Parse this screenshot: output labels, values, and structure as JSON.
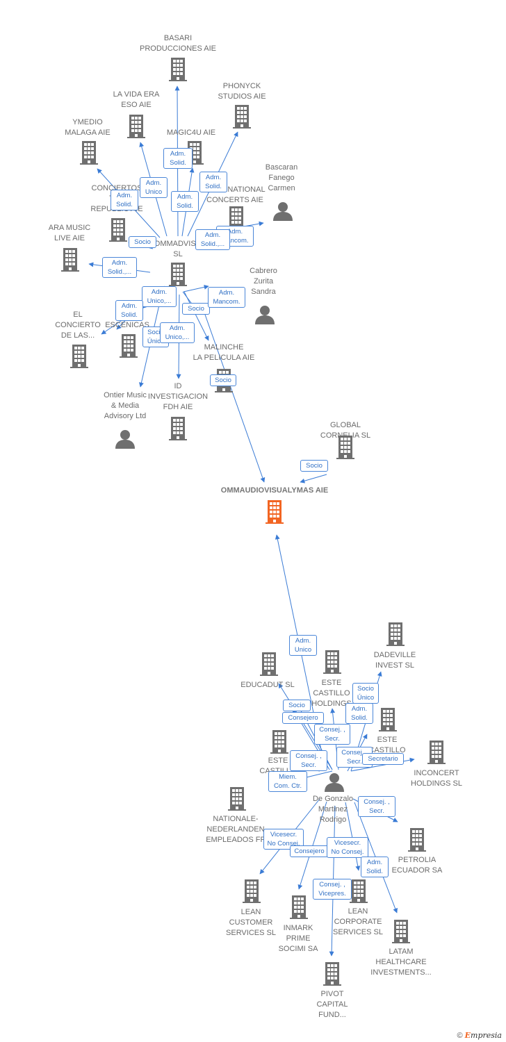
{
  "colors": {
    "edge": "#3a7bd5",
    "building": "#6f6f6f",
    "person": "#6f6f6f",
    "center": "#f26522"
  },
  "footer": {
    "copyright": "©",
    "brand_first": "E",
    "brand_rest": "mpresia"
  },
  "nodes": [
    {
      "id": "center",
      "label": "OMMAUDIOVISUALYMAS AIE",
      "type": "center"
    },
    {
      "id": "basari",
      "label": "BASARI\nPRODUCCIONES AIE",
      "type": "company"
    },
    {
      "id": "vidaera",
      "label": "LA VIDA ERA\nESO AIE",
      "type": "company"
    },
    {
      "id": "phonyck",
      "label": "PHONYCK\nSTUDIOS AIE",
      "type": "company"
    },
    {
      "id": "ymedio",
      "label": "YMEDIO\nMALAGA AIE",
      "type": "company"
    },
    {
      "id": "magic4u",
      "label": "MAGIC4U AIE",
      "type": "company"
    },
    {
      "id": "bascaran",
      "label": "Bascaran\nFanego\nCarmen",
      "type": "person"
    },
    {
      "id": "conciertos",
      "label": "CONCIERTOS\nTHE\nREPUBLIC AIE",
      "type": "company"
    },
    {
      "id": "international",
      "label": "INTERNATIONAL\nCONCERTS AIE",
      "type": "company"
    },
    {
      "id": "aramusic",
      "label": "ARA MUSIC\nLIVE AIE",
      "type": "company"
    },
    {
      "id": "ommadviso",
      "label": "OMMADVISO\nSL",
      "type": "company"
    },
    {
      "id": "cabrero",
      "label": "Cabrero\nZurita\nSandra",
      "type": "person"
    },
    {
      "id": "elconcierto",
      "label": "EL\nCONCIERTO\nDE LAS...",
      "type": "company"
    },
    {
      "id": "escenicas",
      "label": "ESCENICAS",
      "type": "company"
    },
    {
      "id": "malinche",
      "label": "MALINCHE\nLA PELICULA AIE",
      "type": "company"
    },
    {
      "id": "ontier",
      "label": "Ontier Music\n& Media\nAdvisory Ltd",
      "type": "person"
    },
    {
      "id": "idinv",
      "label": "ID\nINVESTIGACION\nFDH AIE",
      "type": "company"
    },
    {
      "id": "global",
      "label": "GLOBAL\nCORNELIA SL",
      "type": "company"
    },
    {
      "id": "dadeville",
      "label": "DADEVILLE\nINVEST SL",
      "type": "company"
    },
    {
      "id": "educadut",
      "label": "EDUCADUT SL",
      "type": "company"
    },
    {
      "id": "esteholdings",
      "label": "ESTE\nCASTILLO\nHOLDINGS",
      "type": "company"
    },
    {
      "id": "estesl",
      "label": "ESTE\nCASTILLO\nSL",
      "type": "company"
    },
    {
      "id": "esteope",
      "label": "ESTE\nCASTILLO\nOPE",
      "type": "company"
    },
    {
      "id": "inconcert",
      "label": "INCONCERT\nHOLDINGS SL",
      "type": "company"
    },
    {
      "id": "degonzalo",
      "label": "De Gonzalo\nMartinez\nRodrigo",
      "type": "person"
    },
    {
      "id": "nationale",
      "label": "NATIONALE-\nNEDERLANDEN\nEMPLEADOS FP",
      "type": "company"
    },
    {
      "id": "petrolia",
      "label": "PETROLIA\nECUADOR SA",
      "type": "company"
    },
    {
      "id": "leancust",
      "label": "LEAN\nCUSTOMER\nSERVICES SL",
      "type": "company"
    },
    {
      "id": "inmark",
      "label": "INMARK\nPRIME\nSOCIMI SA",
      "type": "company"
    },
    {
      "id": "leancorp",
      "label": "LEAN\nCORPORATE\nSERVICES SL",
      "type": "company"
    },
    {
      "id": "latam",
      "label": "LATAM\nHEALTHCARE\nINVESTMENTS...",
      "type": "company"
    },
    {
      "id": "pivot",
      "label": "PIVOT\nCAPITAL\nFUND...",
      "type": "company"
    }
  ],
  "edge_labels": [
    "Adm.\nSolid.",
    "Adm.\nUnico",
    "Adm.\nSolid.",
    "Adm.\nSolid.",
    "Adm.\nSolid.",
    "Adm.\nMancom.",
    "Adm.\nSolid.,...",
    "Socio",
    "Adm.\nSolid.,...",
    "Adm.\nUnico,...",
    "Adm.\nSolid.",
    "Socio",
    "Adm.\nMancom.",
    "Socio\nÚnico",
    "Adm.\nUnico,...",
    "Socio",
    "Socio",
    "Adm.\nUnico",
    "Socio\nÚnico",
    "Socio",
    "Adm.\nSolid.",
    "Consejero",
    "Consej. ,\nSecr.",
    "Consej. ,\nSecr.",
    "Secretario",
    "Consej. ,\nSecr.",
    "Miem.\nCom. Ctr.",
    "Consej. ,\nSecr.",
    "Vicesecr.\nNo Consej.",
    "Consejero",
    "Vicesecr.\nNo Consej.",
    "Adm.\nSolid.",
    "Consej. ,\nVicepres."
  ]
}
